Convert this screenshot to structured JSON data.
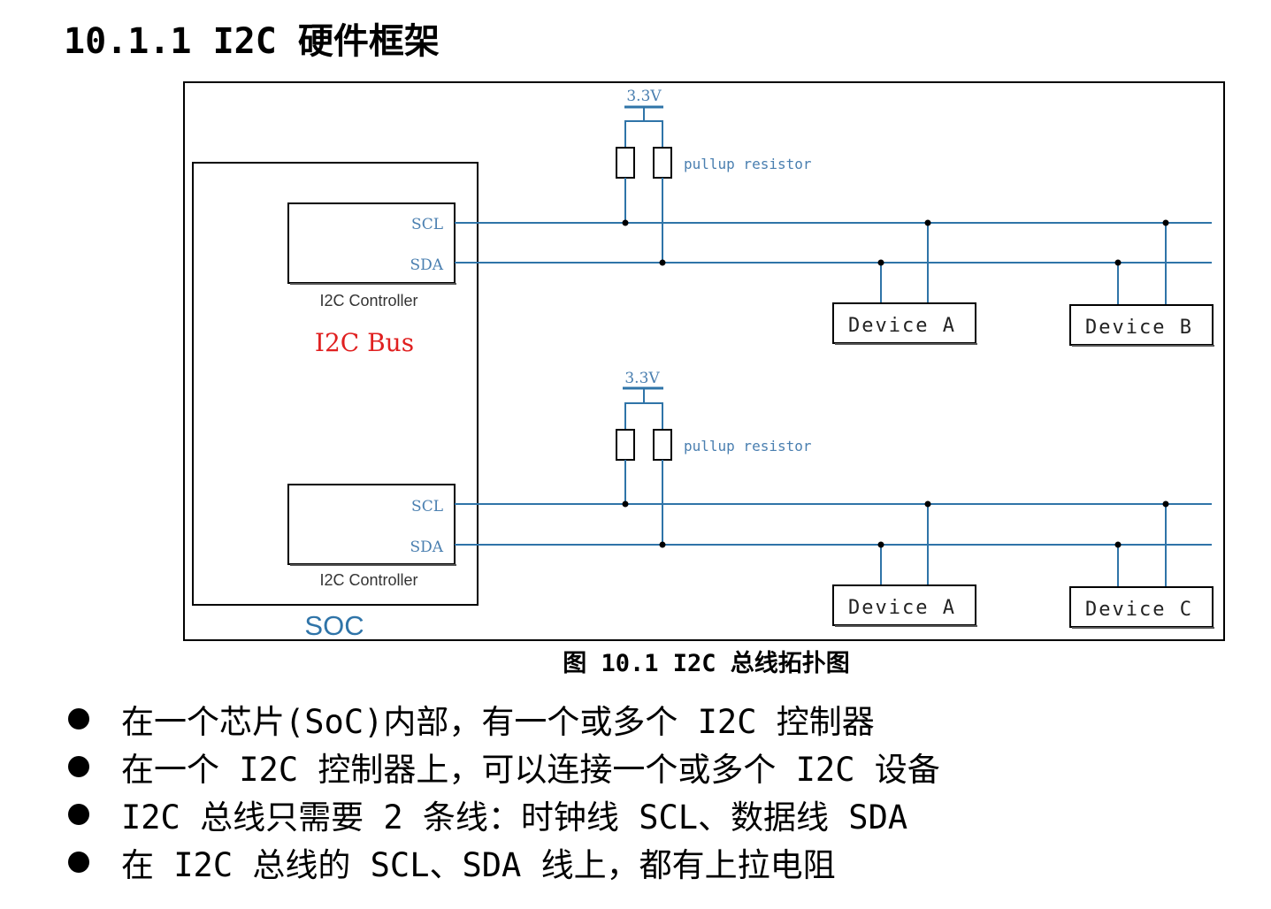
{
  "section": {
    "title": "10.1.1 I2C 硬件框架"
  },
  "diagram": {
    "soc_label": "SOC",
    "bus_label": "I2C Bus",
    "buses": [
      {
        "voltage": "3.3V",
        "resistor_label": "pullup resistor",
        "controller": {
          "label": "I2C Controller",
          "pin1": "SCL",
          "pin2": "SDA"
        },
        "devices": [
          "Device A",
          "Device B"
        ]
      },
      {
        "voltage": "3.3V",
        "resistor_label": "pullup resistor",
        "controller": {
          "label": "I2C Controller",
          "pin1": "SCL",
          "pin2": "SDA"
        },
        "devices": [
          "Device A",
          "Device C"
        ]
      }
    ],
    "colors": {
      "wire": "#2f74a8",
      "bus_label": "#e02020",
      "soc_label": "#2f74a8",
      "pin_text": "#4a7fb0"
    }
  },
  "caption": "图 10.1 I2C 总线拓扑图",
  "bullets": [
    "在一个芯片(SoC)内部，有一个或多个 I2C 控制器",
    "在一个 I2C 控制器上，可以连接一个或多个 I2C 设备",
    "I2C 总线只需要 2 条线：时钟线 SCL、数据线 SDA",
    "在 I2C 总线的 SCL、SDA 线上，都有上拉电阻"
  ]
}
